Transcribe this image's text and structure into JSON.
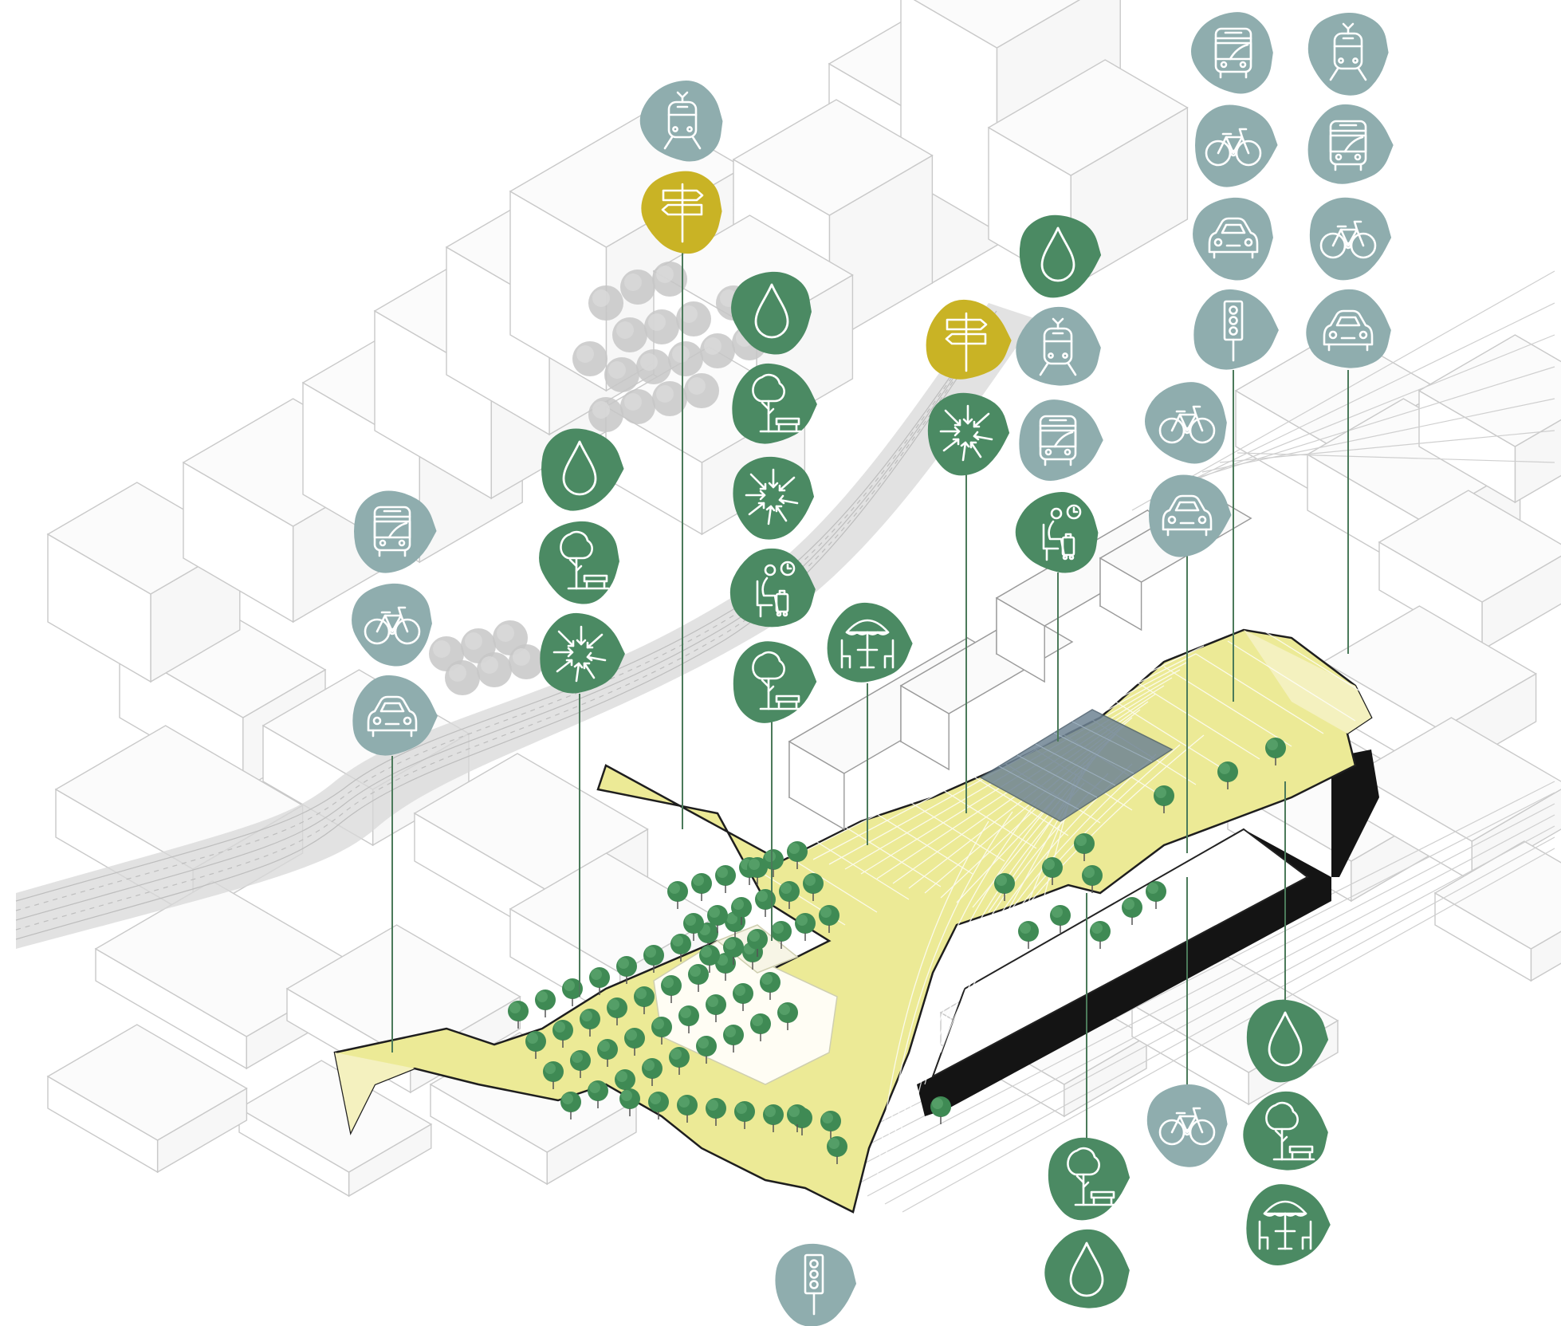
{
  "palette": {
    "transport": "#8fadae",
    "nature": "#4b8a63",
    "wayfinding": "#c9b325",
    "plaza": "#ecea96",
    "plaza_light": "#f4f1bf",
    "tree": "#3f8a54",
    "tree_dark": "#2e6b44",
    "context_line": "#c9c9c9",
    "road": "#d8d8d8",
    "slab": "#141414",
    "leader": "#4b7a5a",
    "canopy": "#6f8494"
  },
  "columns": [
    {
      "id": "col-a",
      "markers": [
        "bus",
        "bicycle",
        "car"
      ]
    },
    {
      "id": "col-b",
      "markers": [
        "water",
        "tree-bench",
        "converge"
      ]
    },
    {
      "id": "col-c",
      "markers": [
        "tram",
        "signpost"
      ]
    },
    {
      "id": "col-d",
      "markers": [
        "water",
        "tree-bench",
        "converge",
        "waiting",
        "tree-bench"
      ]
    },
    {
      "id": "col-e",
      "markers": [
        "cafe"
      ]
    },
    {
      "id": "col-f",
      "markers": [
        "signpost",
        "converge"
      ]
    },
    {
      "id": "col-g",
      "markers": [
        "water",
        "tram",
        "bus",
        "waiting"
      ]
    },
    {
      "id": "col-h",
      "markers": [
        "bicycle",
        "car"
      ]
    },
    {
      "id": "col-i",
      "markers": [
        "bus",
        "bicycle",
        "car",
        "traffic-light"
      ]
    },
    {
      "id": "col-j",
      "markers": [
        "tram",
        "bus",
        "bicycle",
        "car"
      ]
    },
    {
      "id": "col-k",
      "markers": [
        "traffic-light"
      ]
    },
    {
      "id": "col-l",
      "markers": [
        "tree-bench",
        "water"
      ]
    },
    {
      "id": "col-m",
      "markers": [
        "bicycle"
      ]
    },
    {
      "id": "col-n",
      "markers": [
        "water",
        "tree-bench",
        "cafe"
      ]
    }
  ]
}
